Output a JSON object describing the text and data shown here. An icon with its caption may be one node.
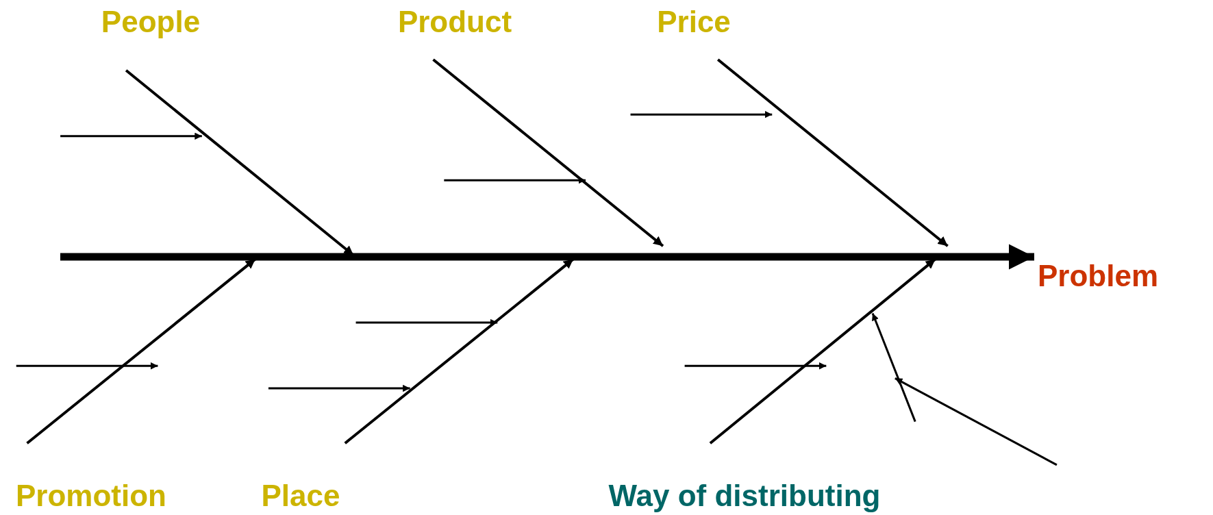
{
  "diagram": {
    "nodes": [
      {
        "text": [
          "People"
        ]
      },
      {
        "text": [
          "Product"
        ]
      },
      {
        "text": [
          "Price"
        ]
      },
      {
        "text": [
          "Problem"
        ]
      },
      {
        "text": [
          "Promotion"
        ]
      },
      {
        "text": [
          "Place"
        ]
      },
      {
        "text": [
          "Way of distributing"
        ]
      }
    ],
    "edges": [
      {
        "from": 0,
        "to": null,
        "arrow": "to"
      },
      {
        "from": 1,
        "to": null,
        "arrow": "to"
      },
      {
        "from": 2,
        "to": null,
        "arrow": "to"
      },
      {
        "from": 4,
        "to": null,
        "arrow": "to"
      },
      {
        "from": 5,
        "to": null,
        "arrow": "to"
      },
      {
        "from": 6,
        "to": null,
        "arrow": "to"
      },
      {
        "from": null,
        "to": 3,
        "arrow": "to",
        "style": "thick"
      }
    ]
  }
}
